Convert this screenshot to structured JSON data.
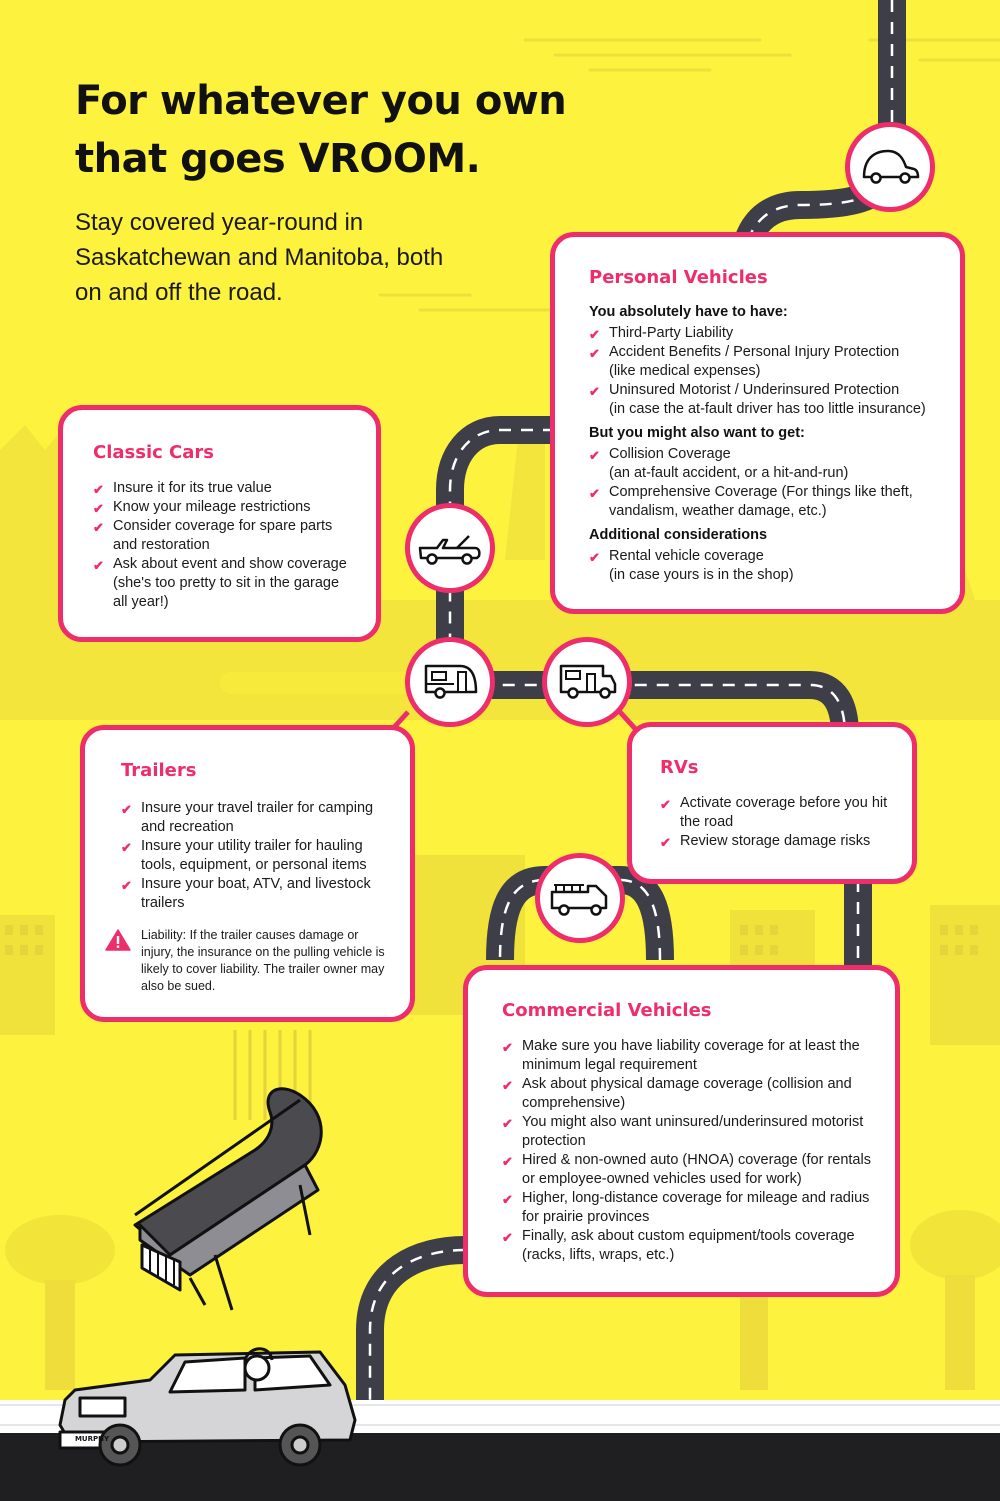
{
  "hero": {
    "title_line1": "For whatever you own",
    "title_line2": "that goes VROOM.",
    "subtitle": "Stay covered year-round in Saskatchewan and Manitoba, both on and off the road."
  },
  "personal": {
    "title": "Personal Vehicles",
    "required_heading": "You absolutely have to have:",
    "required": [
      {
        "text": "Third-Party Liability",
        "sub": ""
      },
      {
        "text": "Accident Benefits / Personal Injury Protection",
        "sub": "(like medical expenses)"
      },
      {
        "text": "Uninsured Motorist / Underinsured Protection",
        "sub": "(in case the at-fault driver has too little insurance)"
      }
    ],
    "optional_heading": "But you might also want to get:",
    "optional": [
      {
        "text": "Collision Coverage",
        "sub": "(an at-fault accident, or a  hit-and-run)"
      },
      {
        "text": "Comprehensive Coverage (For things like theft,",
        "sub": "vandalism, weather damage, etc.)"
      }
    ],
    "additional_heading": "Additional considerations",
    "additional": [
      {
        "text": "Rental vehicle coverage",
        "sub": "(in case yours is in the shop)"
      }
    ]
  },
  "classic": {
    "title": "Classic Cars",
    "items": [
      "Insure it for its true value",
      "Know your mileage restrictions",
      "Consider coverage for spare parts and restoration",
      "Ask about event and show coverage (she's too pretty to sit in the garage all year!)"
    ]
  },
  "trailers": {
    "title": "Trailers",
    "items": [
      "Insure your travel trailer for camping and recreation",
      "Insure your utility trailer for hauling tools, equipment, or personal items",
      "Insure your boat, ATV, and livestock trailers"
    ],
    "warning": "Liability: If the trailer causes damage or injury, the insurance on the pulling vehicle is likely to cover liability. The trailer owner may also be sued."
  },
  "rvs": {
    "title": "RVs",
    "items": [
      "Activate coverage before you hit the road",
      "Review storage damage risks"
    ]
  },
  "commercial": {
    "title": "Commercial Vehicles",
    "items": [
      "Make sure you have liability coverage for at least the minimum legal requirement",
      "Ask about physical damage coverage (collision and comprehensive)",
      "You might also want uninsured/underinsured motorist protection",
      "Hired & non-owned auto (HNOA) coverage (for rentals or employee-owned vehicles used for work)",
      "Higher, long-distance coverage for mileage and radius for prairie provinces",
      "Finally, ask about custom equipment/tools coverage (racks, lifts, wraps, etc.)"
    ]
  },
  "car_plate": "MURPHY",
  "icons": [
    "check-icon",
    "warning-icon",
    "car-icon",
    "convertible-icon",
    "trailer-icon",
    "rv-icon",
    "truck-icon",
    "piano-icon"
  ],
  "colors": {
    "background": "#fdf23e",
    "accent": "#ee2e6b",
    "road": "#3d3e48",
    "text": "#111111"
  }
}
